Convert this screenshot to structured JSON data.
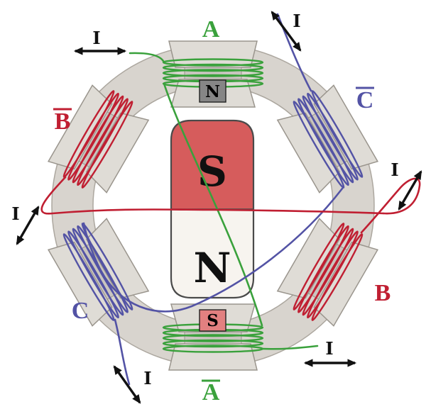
{
  "colors": {
    "phase_a": "#3aa13c",
    "phase_b": "#c01f32",
    "phase_c": "#5353a5",
    "rotor_south": "#d65c5c",
    "rotor_north": "#f7f4ef",
    "pole_fill": "#dfdcd6",
    "pole_neck": "#c9c5bf",
    "pole_edge": "#9a958d",
    "ring_fill": "#d8d4ce",
    "ring_edge": "#aca79f",
    "tip_n": "#868686",
    "tip_s": "#e28080",
    "ink": "#111111"
  },
  "rotor": {
    "south": "S",
    "north": "N"
  },
  "pole_faces": {
    "top": "N",
    "bottom": "S"
  },
  "phase_labels": {
    "a": "A",
    "a_bar": "A",
    "b": "B",
    "b_bar": "B",
    "c": "C",
    "c_bar": "C"
  },
  "current_arrows": [
    {
      "position": "top-left",
      "label": "I"
    },
    {
      "position": "top-right",
      "label": "I"
    },
    {
      "position": "right",
      "label": "I"
    },
    {
      "position": "left",
      "label": "I"
    },
    {
      "position": "bottom-right",
      "label": "I"
    },
    {
      "position": "bottom-left",
      "label": "I"
    }
  ]
}
